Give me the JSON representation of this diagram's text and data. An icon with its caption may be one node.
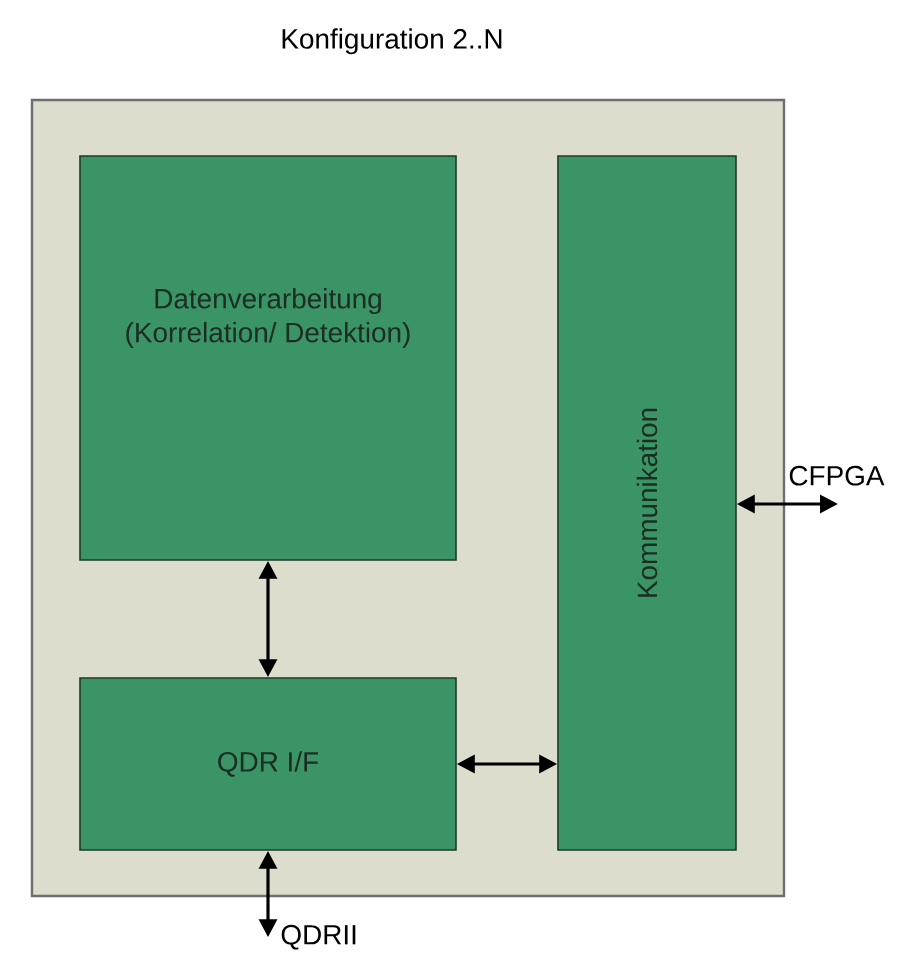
{
  "diagram": {
    "nodes": [
      {
        "text": [
          "Konfiguration 2..N"
        ]
      },
      {
        "text": [
          "Datenverarbeitung (Korrelation/ Detektion)"
        ],
        "in": 0
      },
      {
        "text": [
          "Kommunikation"
        ],
        "in": 0
      },
      {
        "text": [
          "QDR I/F"
        ],
        "in": 0
      },
      {
        "text": [
          "CFPGA"
        ]
      },
      {
        "text": [
          "QDRII"
        ]
      }
    ],
    "edges": [
      {
        "from": 1,
        "to": 3,
        "arrow": "both"
      },
      {
        "from": 3,
        "to": 2,
        "arrow": "both"
      },
      {
        "from": 2,
        "to": 4,
        "arrow": "both"
      },
      {
        "from": 3,
        "to": 5,
        "arrow": "both"
      }
    ]
  }
}
